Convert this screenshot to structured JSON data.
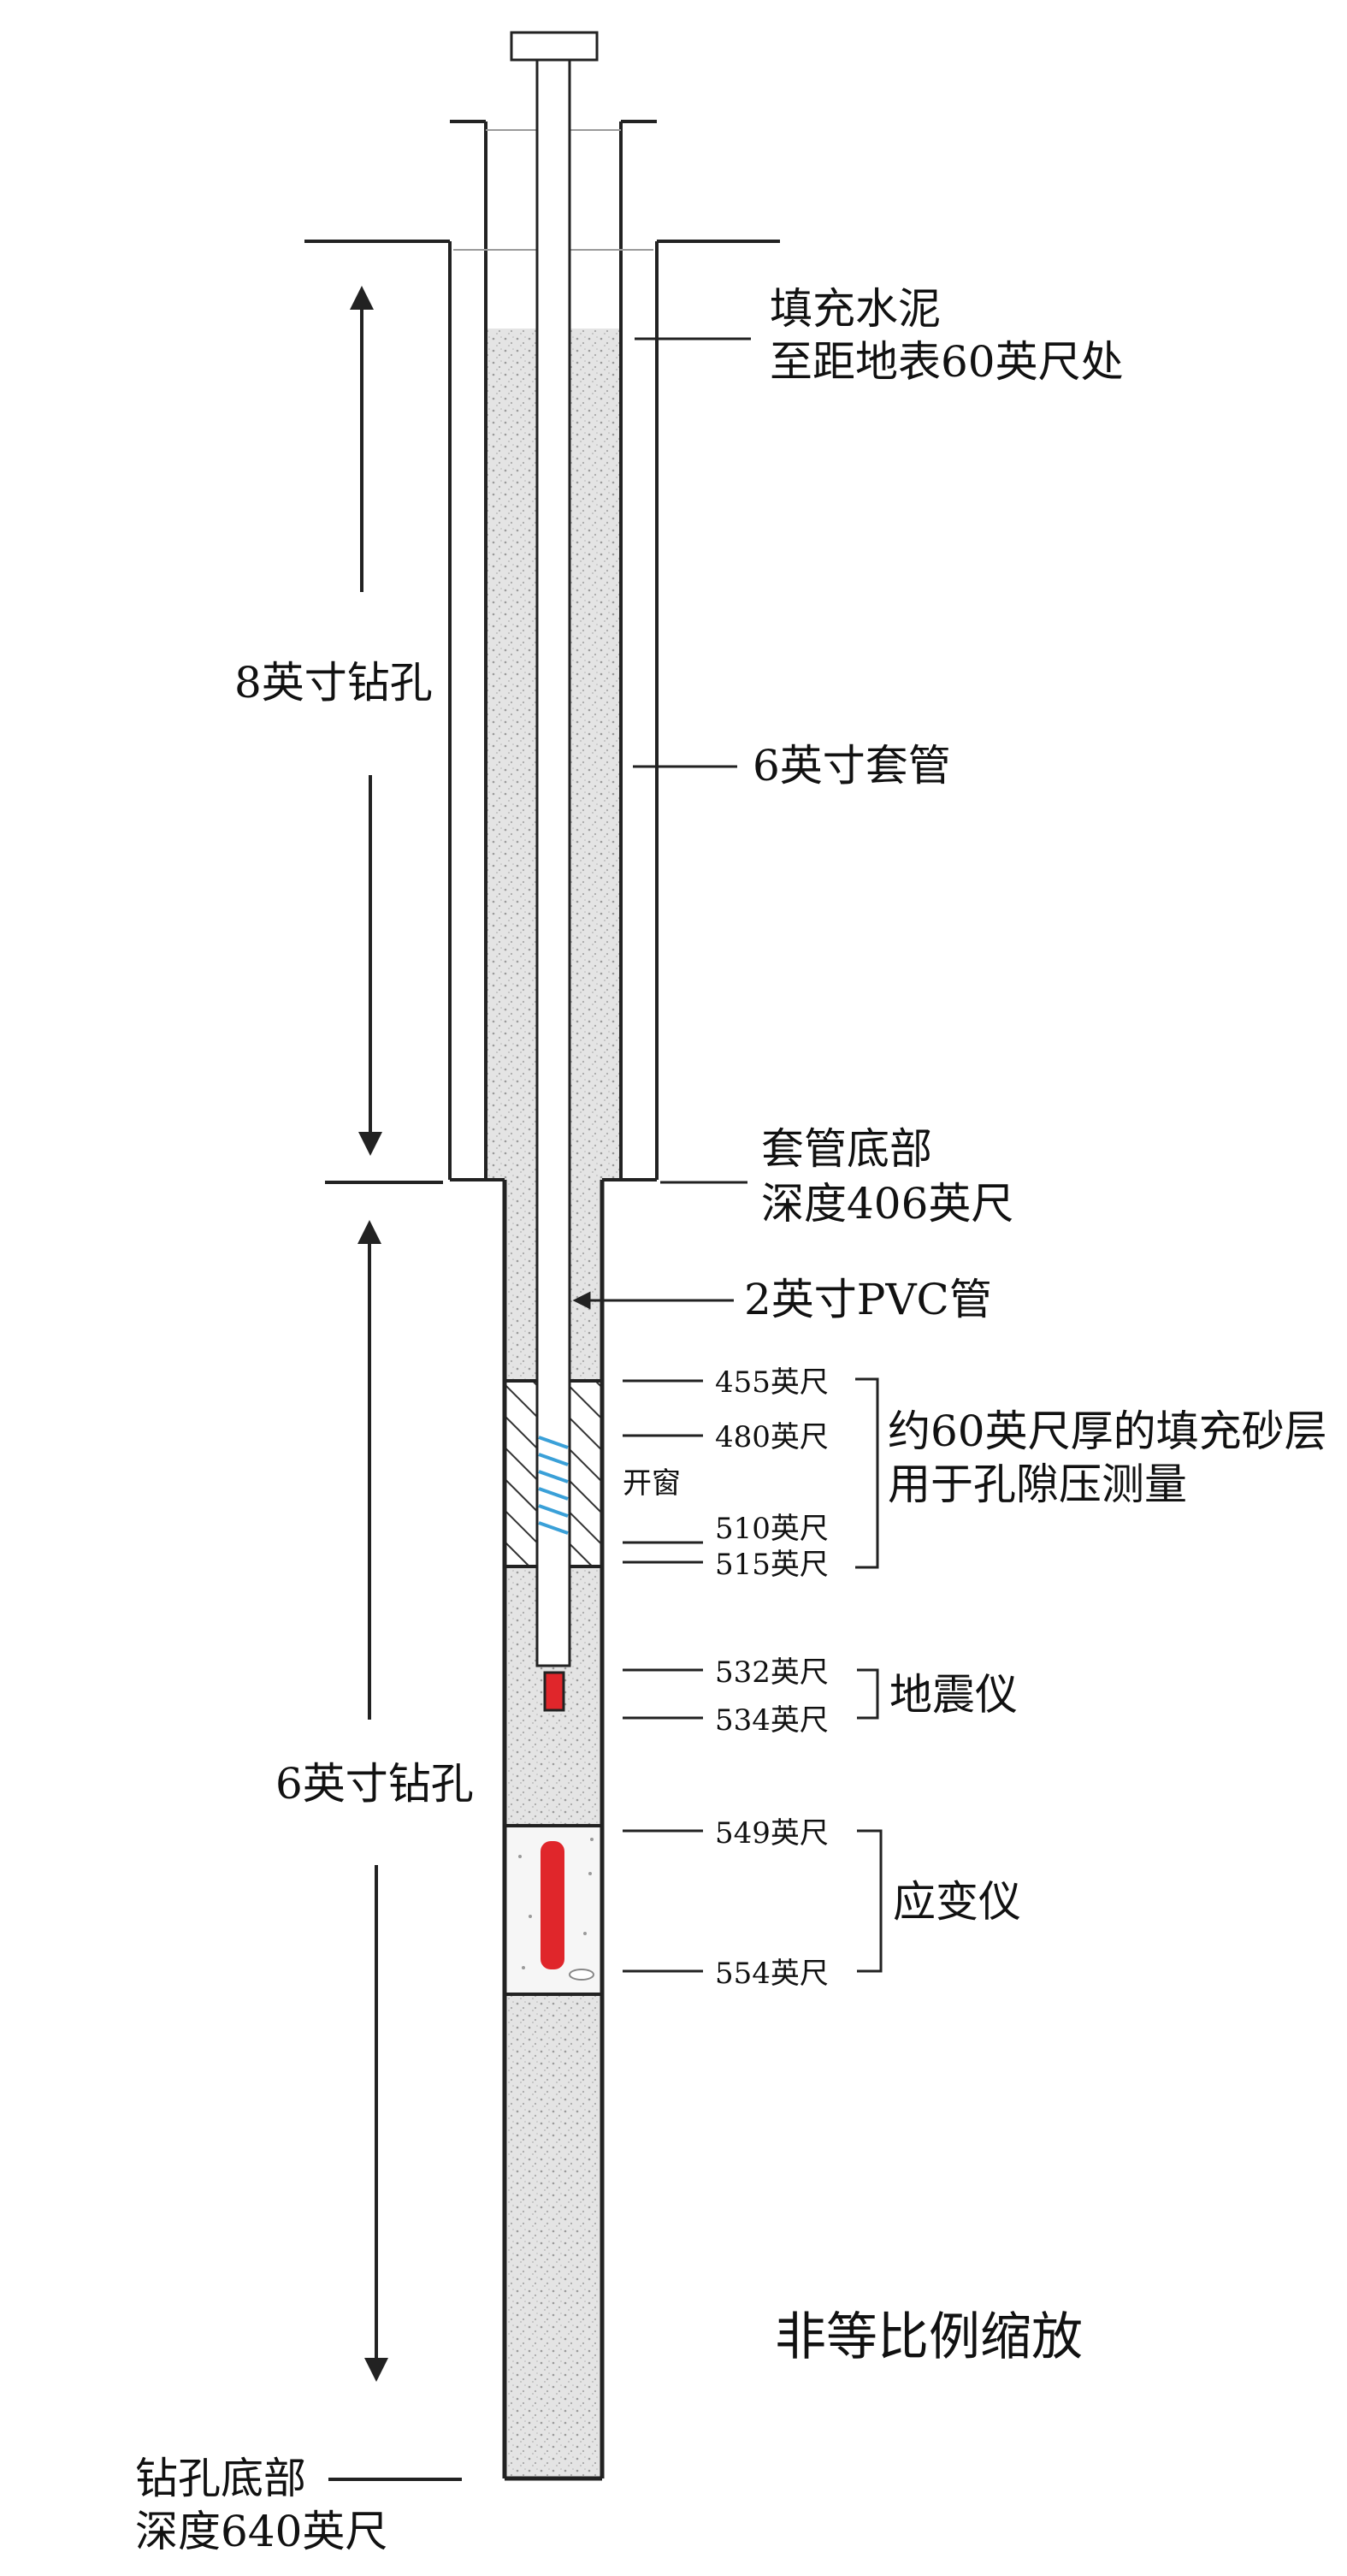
{
  "labels": {
    "cement_1": "填充水泥",
    "cement_2": "至距地表60英尺处",
    "borehole_8": "8英寸钻孔",
    "casing_6": "6英寸套管",
    "casing_bottom_1": "套管底部",
    "casing_bottom_2": "深度406英尺",
    "pvc": "2英寸PVC管",
    "sand_1": "约60英尺厚的填充砂层",
    "sand_2": "用于孔隙压测量",
    "window": "开窗",
    "seismometer": "地震仪",
    "strainmeter": "应变仪",
    "borehole_6": "6英寸钻孔",
    "not_to_scale": "非等比例缩放",
    "bottom_1": "钻孔底部",
    "bottom_2": "深度640英尺"
  },
  "depths": {
    "d455": "455英尺",
    "d480": "480英尺",
    "d510": "510英尺",
    "d515": "515英尺",
    "d532": "532英尺",
    "d534": "534英尺",
    "d549": "549英尺",
    "d554": "554英尺"
  },
  "colors": {
    "line": "#222222",
    "fill_speckle": "#e6e6e6",
    "screen_blue": "#3aa0d8",
    "instrument_red": "#e0262b",
    "hatch": "#333333"
  }
}
